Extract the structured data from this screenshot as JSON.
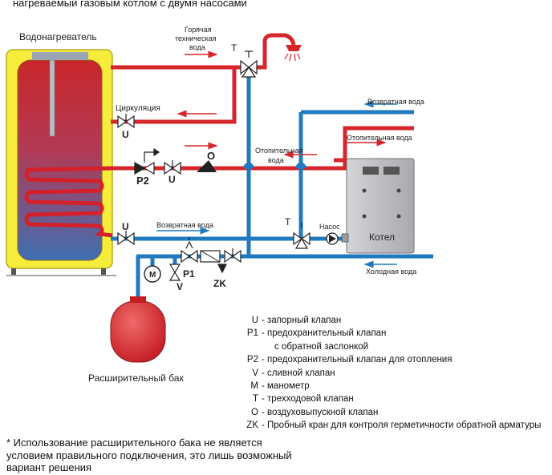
{
  "title": "нагреваемый газовым котлом с двумя насосами",
  "labels": {
    "water_heater": "Водонагреватель",
    "hot_water": [
      "Горячая",
      "техническая",
      "вода"
    ],
    "circulation": "Циркуляция",
    "return_water_top": "Возвратная вода",
    "heating_water_right": "Отопительная вода",
    "heating_water_mid": [
      "Отопительная",
      "вода"
    ],
    "return_water_mid": "Возвратная  вода",
    "cold_water": "Холодная вода",
    "pump": "Насос",
    "boiler": "Котел",
    "expansion_tank": "Расширительный бак",
    "mark_T_top": "T",
    "mark_T_mid": "T",
    "mark_U_circ": "U",
    "mark_U_p2": "U",
    "mark_U_ret": "U",
    "mark_P2": "P2",
    "mark_O": "O",
    "mark_M": "M",
    "mark_P1": "P1",
    "mark_V": "V",
    "mark_ZK": "ZK"
  },
  "legend": [
    {
      "key": "U",
      "desc": "- запорный клапан"
    },
    {
      "key": "P1",
      "desc": "- предохранительный клапан"
    },
    {
      "key": "",
      "desc": "с обратной заслонкой"
    },
    {
      "key": "P2",
      "desc": "- предохранительный клапан для отопления"
    },
    {
      "key": "V",
      "desc": "- сливной клапан"
    },
    {
      "key": "M",
      "desc": "- манометр"
    },
    {
      "key": "T",
      "desc": "- трехходовой клапан"
    },
    {
      "key": "O",
      "desc": "- воздуховыпускной клапан"
    },
    {
      "key": "ZK",
      "desc": "- Пробный кран для контроля герметичности обратной арматуры"
    }
  ],
  "note": [
    "* Использование расширительного бака не является",
    "условием правильного подключения, это лишь возможный",
    "вариант решения"
  ],
  "colors": {
    "hot_pipe": "#d7262b",
    "cold_pipe": "#1f7ac0",
    "tank_body": "#f7ec3a",
    "tank_inner": "#c7282a",
    "boiler_body": "#c7c8ca",
    "expansion_tank": "#d9262b"
  }
}
